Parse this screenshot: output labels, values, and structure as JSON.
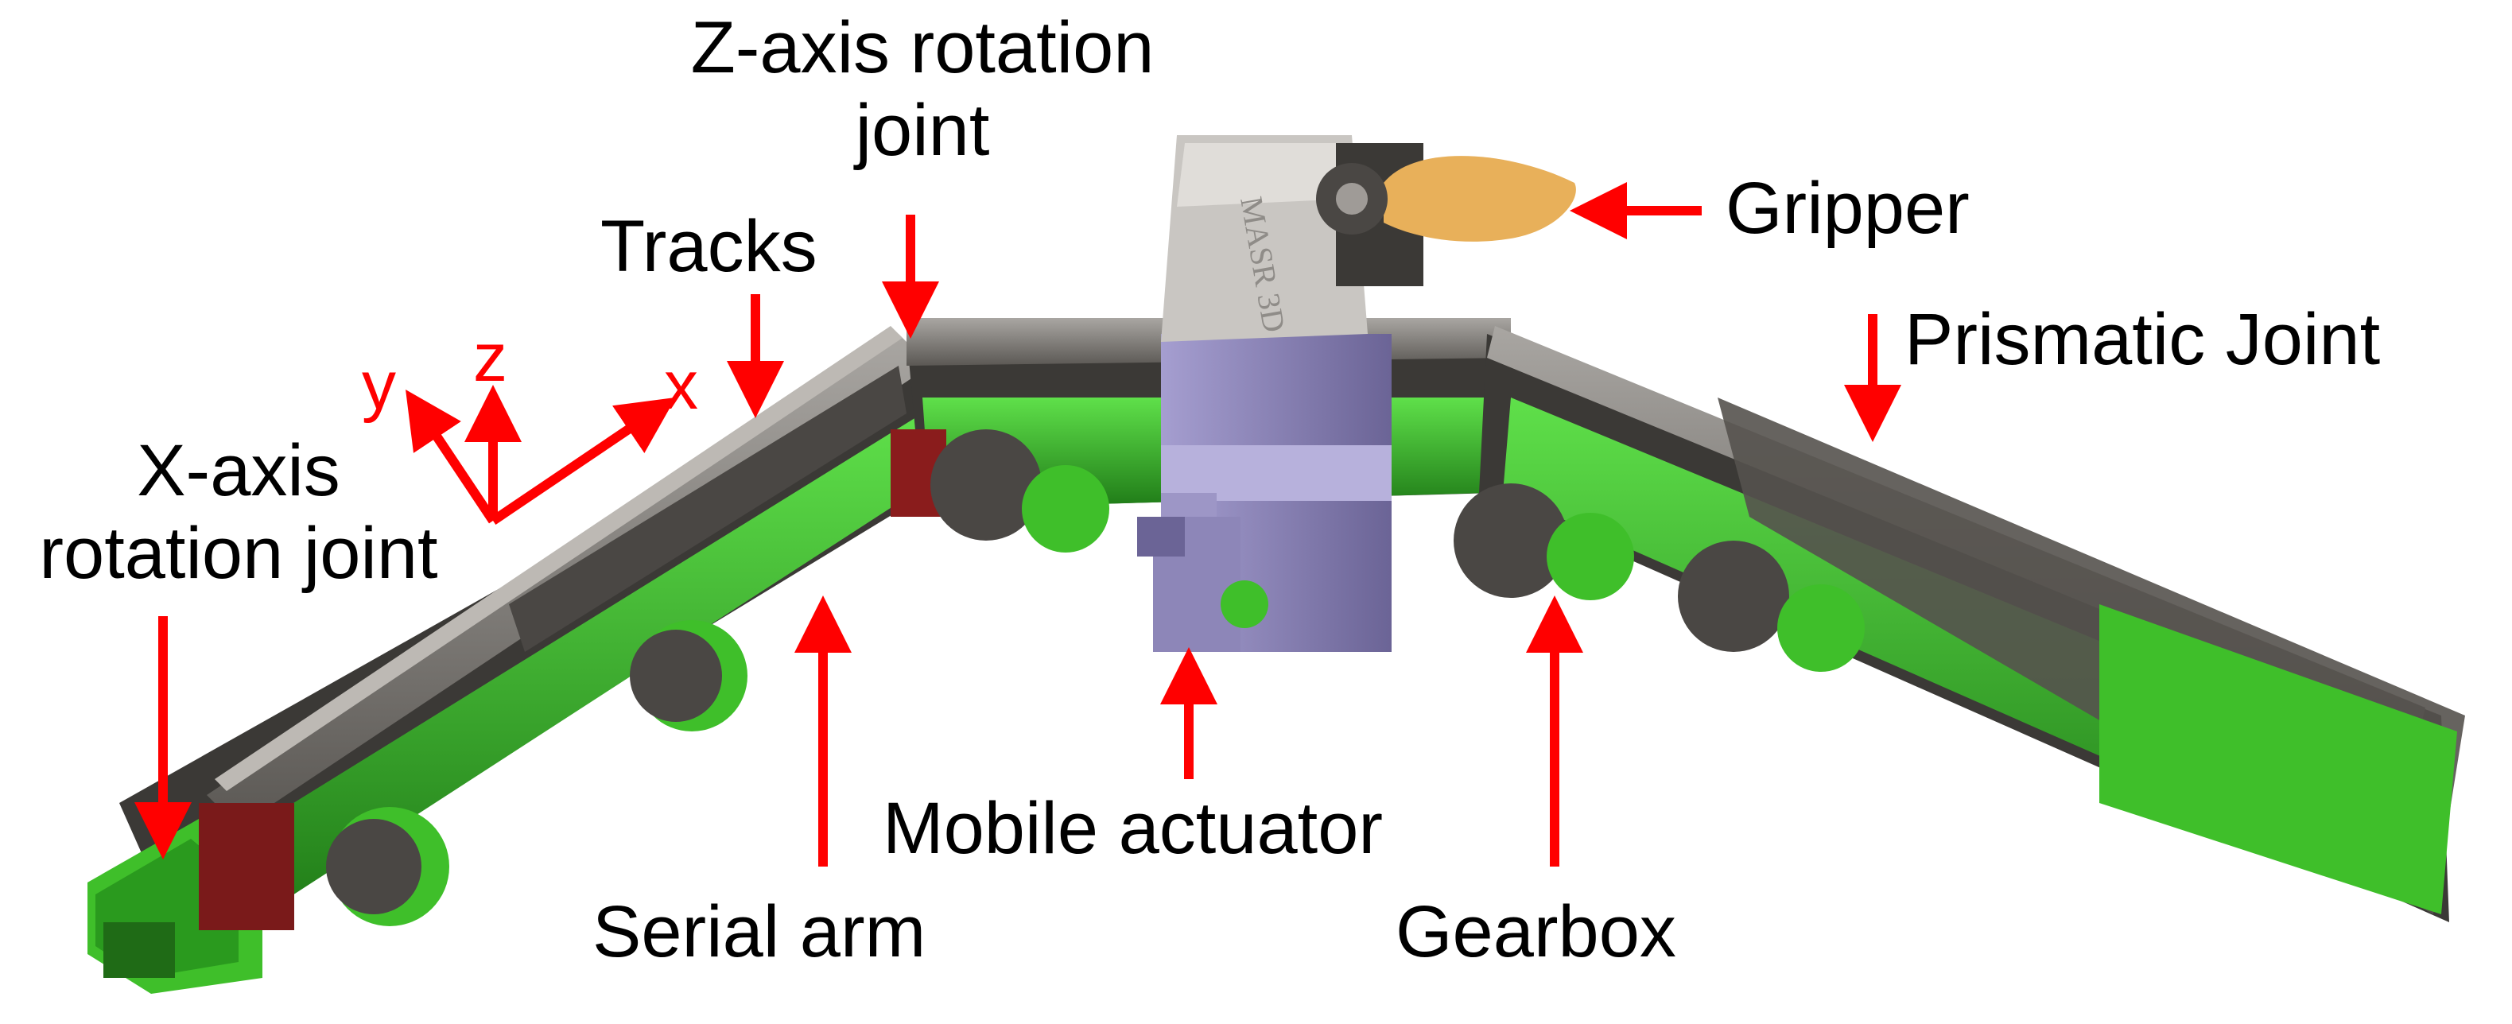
{
  "colors": {
    "arrow": "#ff0000",
    "label": "#000000",
    "arm_green": "#3fbf2a",
    "arm_dark_green": "#1f7a17",
    "housing_gray": "#55524e",
    "rail_gray": "#8f8c88",
    "actuator_purple": "#8d86b8",
    "gripper_orange": "#e8b05a"
  },
  "labels": {
    "z_axis_line1": "Z-axis rotation",
    "z_axis_line2": "joint",
    "tracks": "Tracks",
    "gripper": "Gripper",
    "prismatic": "Prismatic Joint",
    "x_axis_line1": "X-axis",
    "x_axis_line2": "rotation joint",
    "serial_arm": "Serial arm",
    "mobile_actuator": "Mobile actuator",
    "gearbox": "Gearbox"
  },
  "axes": {
    "x": "x",
    "y": "y",
    "z": "z"
  },
  "actuator_text": "MASR 3D"
}
